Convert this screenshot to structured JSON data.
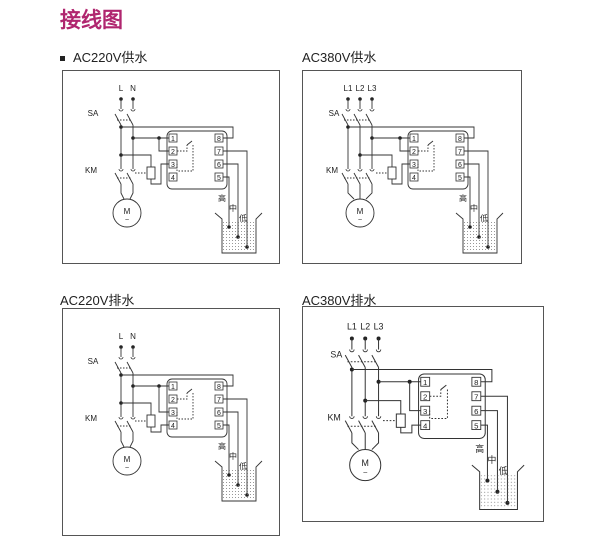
{
  "page_title": "接线图",
  "colors": {
    "title": "#b0266f",
    "line": "#333333"
  },
  "diagrams": [
    {
      "title": "AC220V供水",
      "bullet": true,
      "mode": "supply",
      "phases": [
        "L",
        "N"
      ],
      "sa_label": "SA",
      "km_label": "KM",
      "motor_label": "M",
      "motor_symbol": "~",
      "terminals": [
        "1",
        "2",
        "3",
        "4",
        "5",
        "6",
        "7",
        "8"
      ],
      "levels": [
        "高",
        "中",
        "低"
      ]
    },
    {
      "title": "AC380V供水",
      "bullet": false,
      "mode": "supply",
      "phases": [
        "L1",
        "L2",
        "L3"
      ],
      "sa_label": "SA",
      "km_label": "KM",
      "motor_label": "M",
      "motor_symbol": "~",
      "terminals": [
        "1",
        "2",
        "3",
        "4",
        "5",
        "6",
        "7",
        "8"
      ],
      "levels": [
        "高",
        "中",
        "低"
      ]
    },
    {
      "title": "AC220V排水",
      "bullet": false,
      "mode": "drain",
      "phases": [
        "L",
        "N"
      ],
      "sa_label": "SA",
      "km_label": "KM",
      "motor_label": "M",
      "motor_symbol": "~",
      "terminals": [
        "1",
        "2",
        "3",
        "4",
        "5",
        "6",
        "7",
        "8"
      ],
      "levels": [
        "高",
        "中",
        "低"
      ]
    },
    {
      "title": "AC380V排水",
      "bullet": false,
      "mode": "drain",
      "phases": [
        "L1",
        "L2",
        "L3"
      ],
      "sa_label": "SA",
      "km_label": "KM",
      "motor_label": "M",
      "motor_symbol": "~",
      "terminals": [
        "1",
        "2",
        "3",
        "4",
        "5",
        "6",
        "7",
        "8"
      ],
      "levels": [
        "高",
        "中",
        "低"
      ]
    }
  ]
}
